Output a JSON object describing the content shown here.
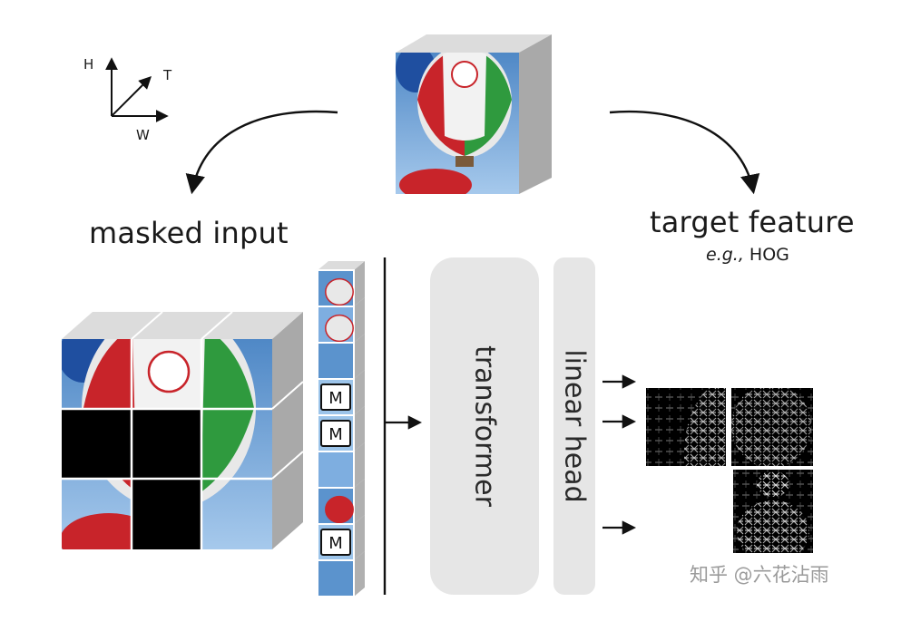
{
  "axes": {
    "h": "H",
    "t": "T",
    "w": "W"
  },
  "labels": {
    "masked_input": "masked input",
    "target_feature": "target feature",
    "eg_prefix": "e.g.,",
    "eg_value": "HOG"
  },
  "blocks": {
    "transformer": "transformer",
    "linear_head": "linear head"
  },
  "mask_token": "M",
  "watermark": "知乎 @六花沾雨",
  "colors": {
    "sky_top": "#4f88c6",
    "sky_bottom": "#9cc4ea",
    "block_fill": "#e6e6e6",
    "mask": "#000000",
    "balloon_red": "#c8242a",
    "balloon_green": "#2f9a3e"
  }
}
